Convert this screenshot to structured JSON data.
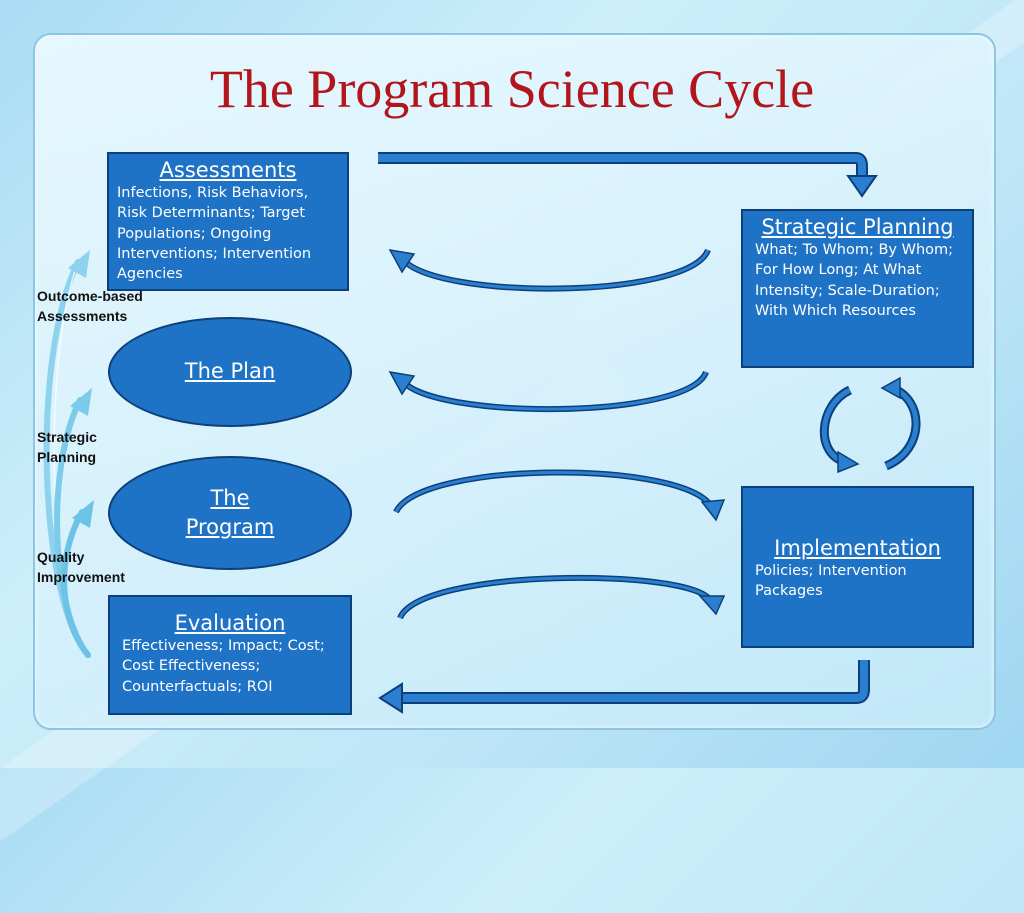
{
  "title": "The Program Science Cycle",
  "colors": {
    "box_fill": "#1f73c6",
    "box_border": "#0d3f78",
    "title": "#b3151c",
    "side_arrow": "#6cc3e6"
  },
  "assessments": {
    "heading": "Assessments",
    "body": "Infections, Risk Behaviors, Risk Determinants; Target Populations; Ongoing Interventions; Intervention Agencies"
  },
  "strategic_planning": {
    "heading": "Strategic Planning",
    "body": "What; To Whom; By Whom; For How Long; At What Intensity; Scale-Duration; With Which Resources"
  },
  "plan": {
    "label": "The Plan"
  },
  "program": {
    "label": "The Program"
  },
  "implementation": {
    "heading": "Implementation",
    "body": "Policies; Intervention Packages"
  },
  "evaluation": {
    "heading": "Evaluation",
    "body": "Effectiveness; Impact; Cost; Cost Effectiveness; Counterfactuals; ROI"
  },
  "side_labels": {
    "outcome": "Outcome-based Assessments",
    "strategic": "Strategic Planning",
    "quality": "Quality Improvement"
  }
}
